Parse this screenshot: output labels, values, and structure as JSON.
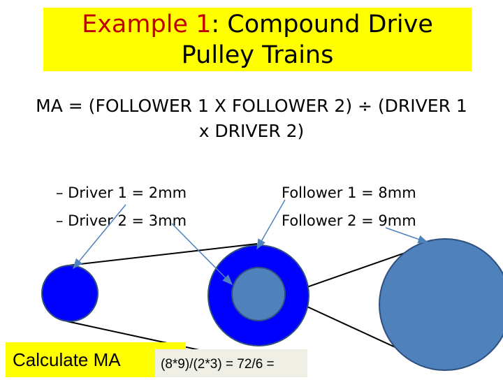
{
  "title": {
    "part1": "Example 1",
    "part2": ": Compound Drive",
    "line2": "Pulley Trains"
  },
  "formula": {
    "line1": "MA = (FOLLOWER 1 X FOLLOWER 2) ÷ (DRIVER 1",
    "line2": "x DRIVER 2)"
  },
  "drivers": [
    "– Driver 1 = 2mm",
    "– Driver 2 = 3mm"
  ],
  "followers": [
    "Follower 1 = 8mm",
    "Follower 2 = 9mm"
  ],
  "calculate_label": "Calculate MA",
  "answer_text": "(8*9)/(2*3) = 72/6 =",
  "colors": {
    "title_background": "#ffff00",
    "title_accent": "#c00000",
    "driver1_pulley": "#0000ff",
    "compound_outer": "#0000ff",
    "compound_inner": "#4f81bd",
    "follower2_pulley": "#4f81bd",
    "arrow": "#4f81bd"
  }
}
